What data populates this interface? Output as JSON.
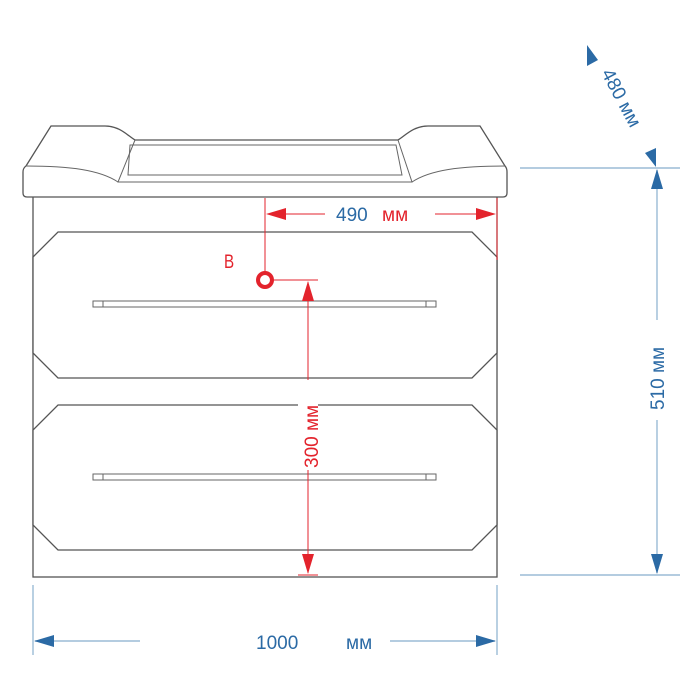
{
  "dimensions": {
    "depth": "480 мм",
    "height": "510 мм",
    "width_value": "1000",
    "width_unit": "мм",
    "outlet_offset_value": "490",
    "outlet_offset_unit": "мм",
    "outlet_height": "300 мм"
  },
  "outlet_label": "B",
  "colors": {
    "blue": "#2b6aa5",
    "red": "#e3232c"
  }
}
